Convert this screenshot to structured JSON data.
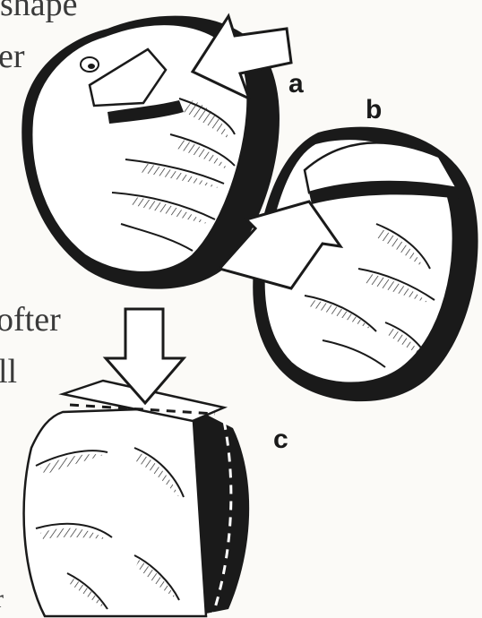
{
  "figure": {
    "labels": {
      "a": "a",
      "b": "b",
      "c": "c"
    },
    "text_fragments": {
      "line1": "shape",
      "line2": "er",
      "line3": "ofter",
      "line4": "ll",
      "line5": "r"
    },
    "colors": {
      "ink": "#1a1a1a",
      "paper": "#fbfaf7"
    }
  }
}
